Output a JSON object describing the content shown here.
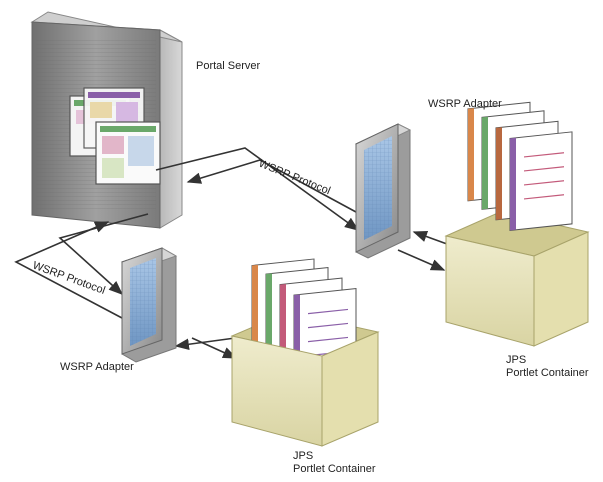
{
  "labels": {
    "portal_server": "Portal Server",
    "adapter_right": "WSRP Adapter",
    "adapter_left": "WSRP Adapter",
    "protocol_top": "WSRP Protocol",
    "protocol_left": "WSRP Protocol",
    "container_right_line1": "JPS",
    "container_right_line2": "Portlet Container",
    "container_bottom_line1": "JPS",
    "container_bottom_line2": "Portlet Container"
  },
  "colors": {
    "arrow": "#333333",
    "server_body": "#8f8f8f",
    "monitor_screen": "#8fb3d9",
    "container_box": "#e8e4b8"
  },
  "page_stripe_colors": [
    "#d9874a",
    "#6aa86a",
    "#b8683f",
    "#8a5fa8",
    "#c35a7a"
  ]
}
